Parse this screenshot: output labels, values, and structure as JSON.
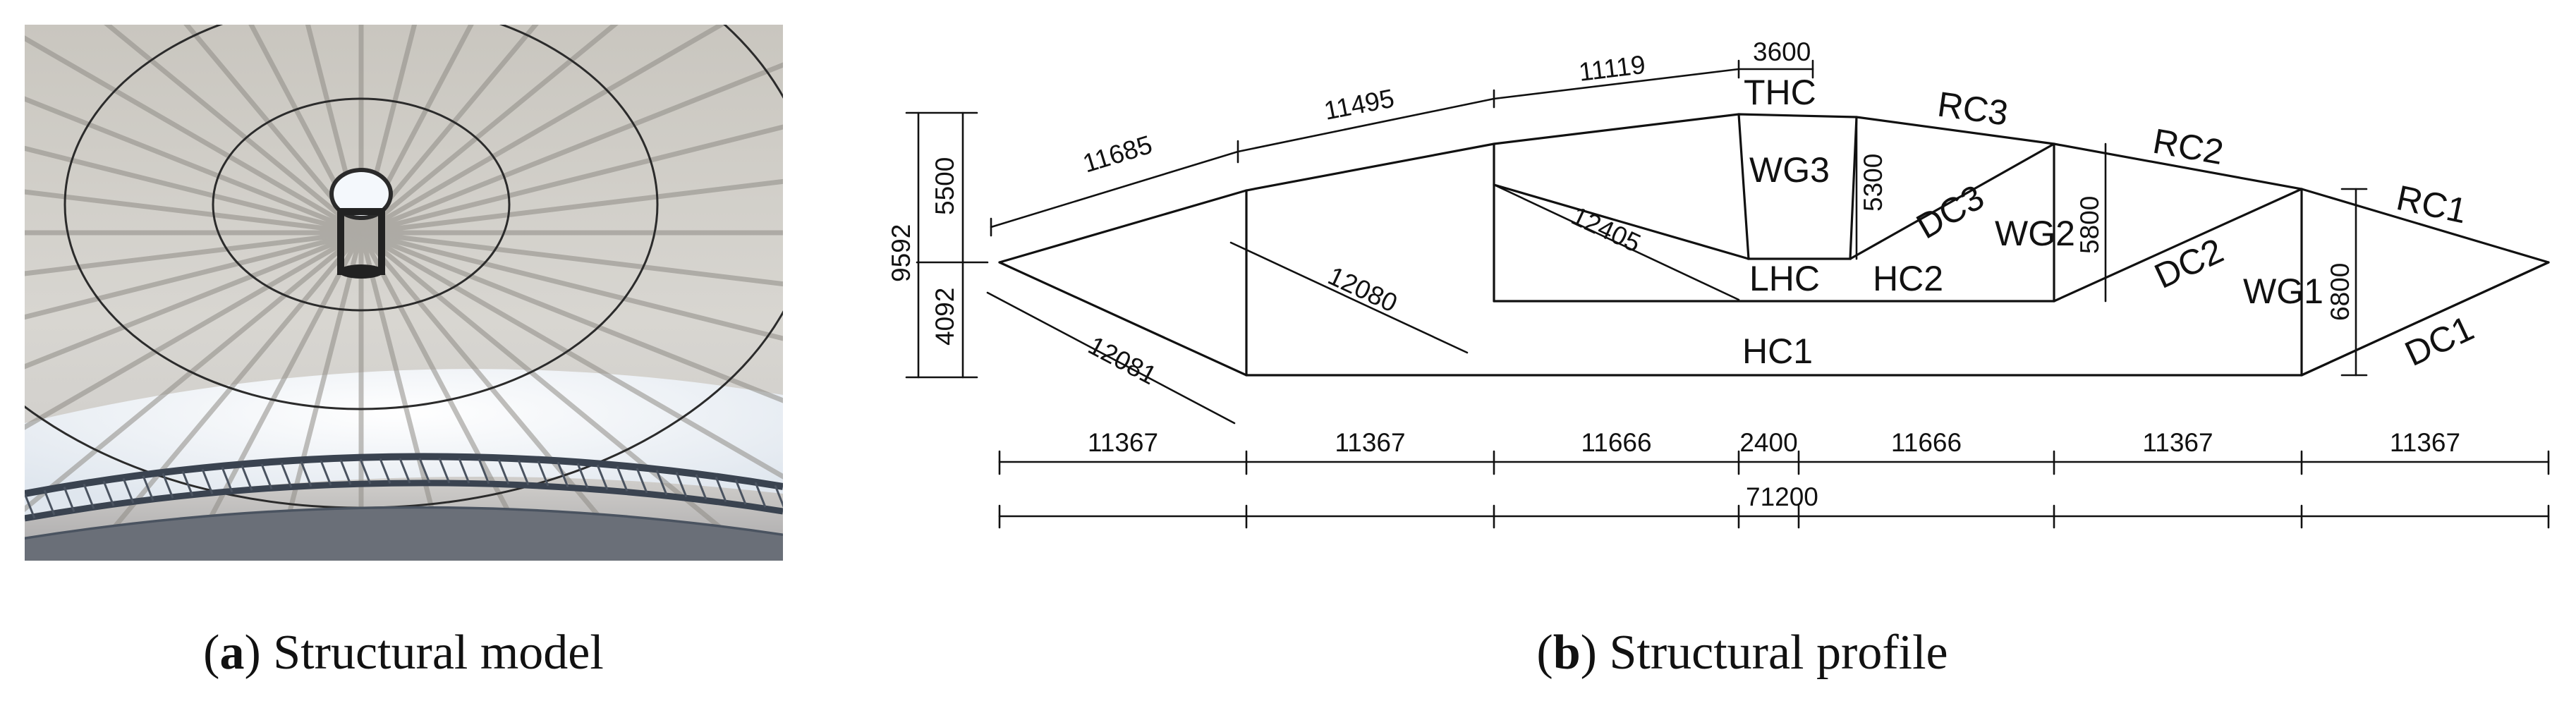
{
  "panel_a": {
    "caption_letter": "a",
    "caption_text": "Structural model"
  },
  "panel_b": {
    "caption_letter": "b",
    "caption_text": "Structural profile",
    "member_labels": {
      "THC": "THC",
      "LHC": "LHC",
      "RC3": "RC3",
      "RC2": "RC2",
      "RC1": "RC1",
      "WG3": "WG3",
      "WG2": "WG2",
      "WG1": "WG1",
      "DC3": "DC3",
      "DC2": "DC2",
      "DC1": "DC1",
      "HC2": "HC2",
      "HC1": "HC1"
    },
    "top_dimensions": {
      "d11685": "11685",
      "d11495": "11495",
      "d11119": "11119",
      "d3600": "3600"
    },
    "member_dimensions": {
      "d12405": "12405",
      "d12080": "12080",
      "d12081": "12081",
      "d5300": "5300",
      "d5800": "5800",
      "d6800": "6800"
    },
    "vertical_dimensions": {
      "overall": "9592",
      "upper": "5500",
      "lower": "4092"
    },
    "bottom_spans": [
      "11367",
      "11367",
      "11666",
      "2400",
      "11666",
      "11367",
      "11367"
    ],
    "total_span": "71200"
  }
}
